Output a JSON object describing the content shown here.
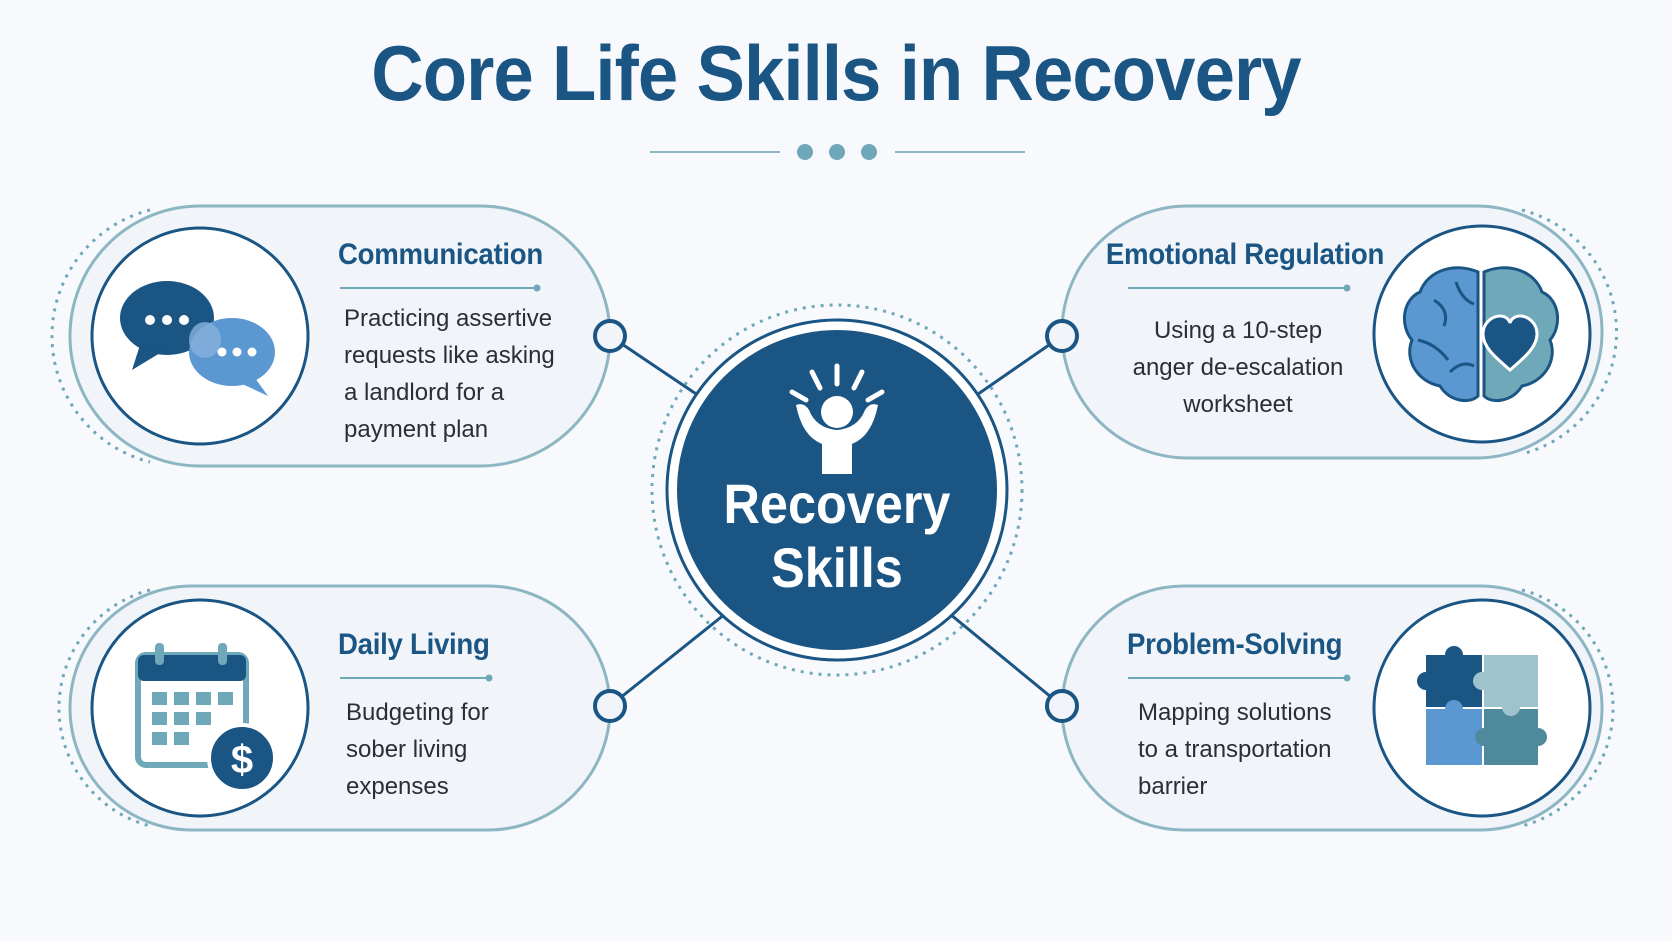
{
  "title": "Core Life Skills in Recovery",
  "center": {
    "line1": "Recovery",
    "line2": "Skills"
  },
  "cards": {
    "communication": {
      "title": "Communication",
      "lines": [
        "Practicing assertive",
        "requests like asking",
        "a landlord for a",
        "payment plan"
      ]
    },
    "emotional": {
      "title": "Emotional Regulation",
      "lines": [
        "Using a 10-step",
        "anger de-escalation",
        "worksheet"
      ]
    },
    "daily": {
      "title": "Daily Living",
      "lines": [
        "Budgeting for",
        "sober living",
        "expenses"
      ]
    },
    "problem": {
      "title": "Problem-Solving",
      "lines": [
        "Mapping solutions",
        "to a transportation",
        "barrier"
      ]
    }
  },
  "icons": {
    "communication": "speech-bubbles-icon",
    "emotional": "brain-heart-icon",
    "daily": "calendar-dollar-icon",
    "problem": "puzzle-icon",
    "center": "person-raised-arms-icon"
  },
  "colors": {
    "navy": "#1a5584",
    "teal": "#6fa8b8",
    "light_teal": "#9ec3cc",
    "sky": "#5b97d1",
    "card_fill": "#f1f5fa"
  }
}
